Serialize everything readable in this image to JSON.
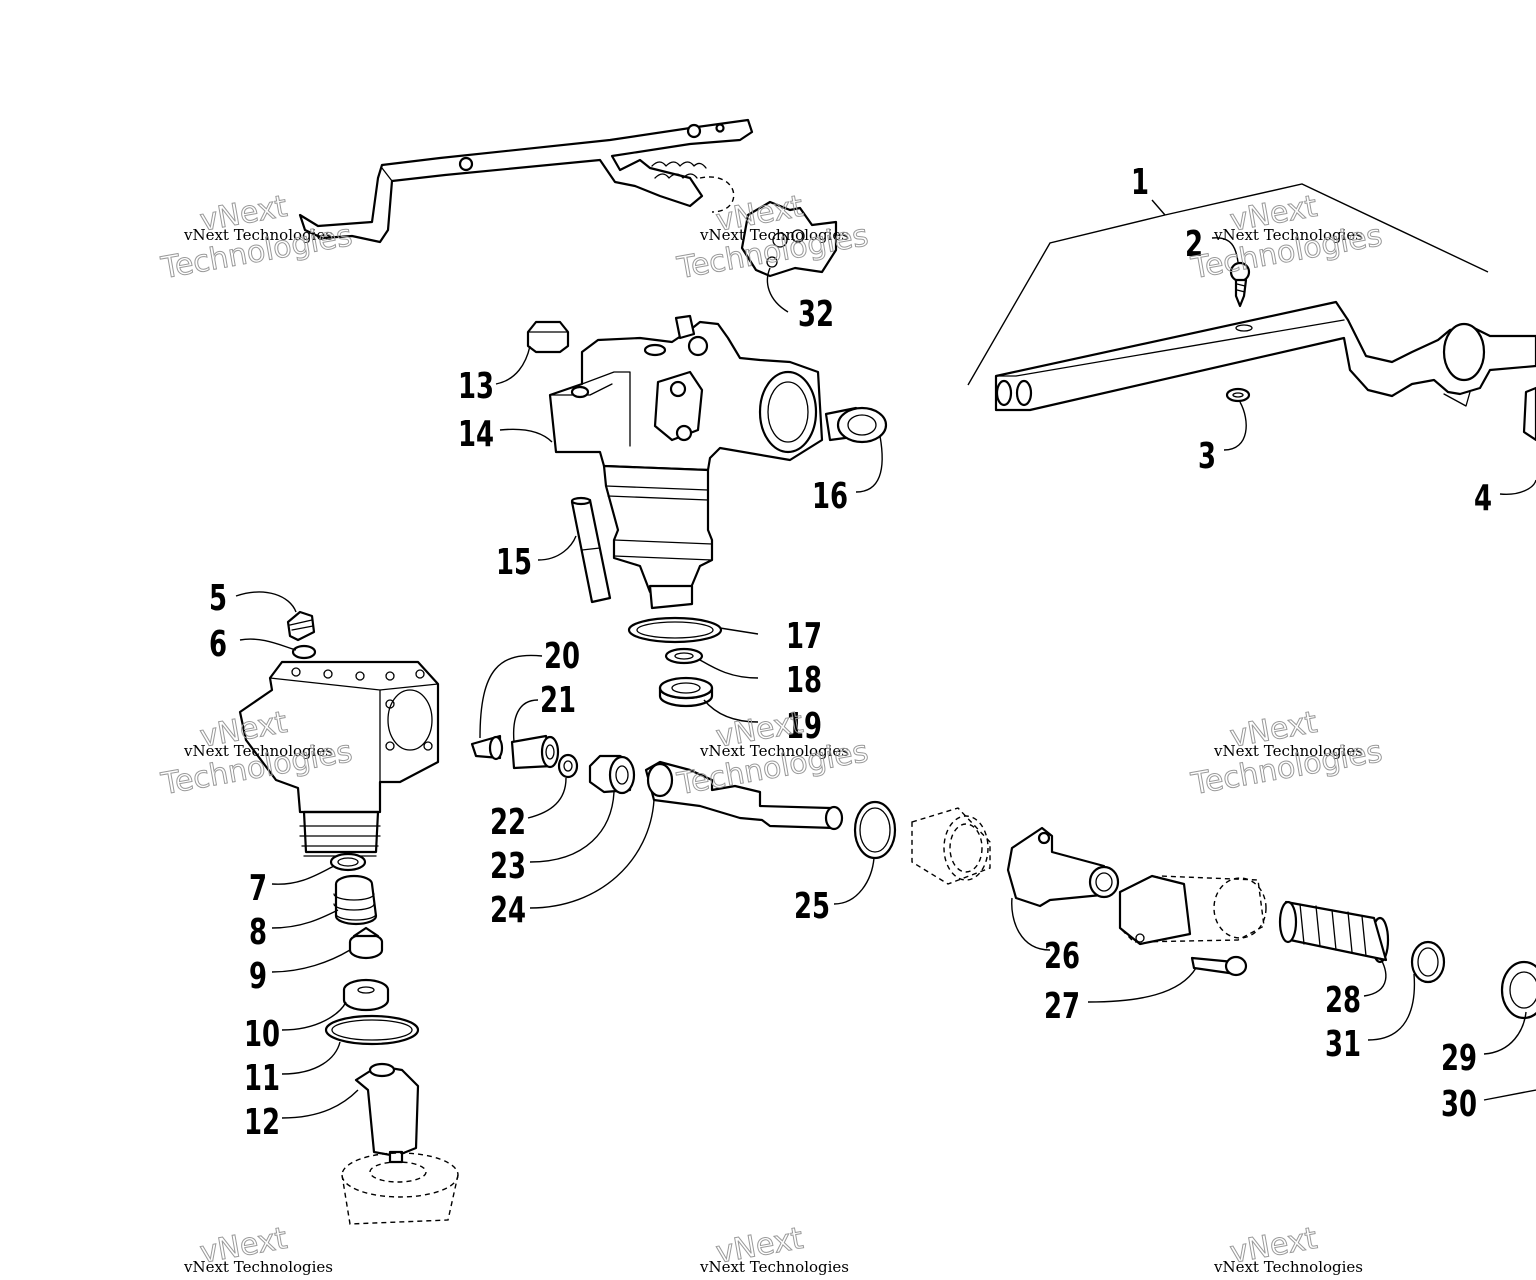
{
  "watermark": {
    "small_text": "vNext Technologies",
    "large_word_1": "vNext",
    "large_word_2": "Technologies"
  },
  "callouts": [
    "1",
    "2",
    "3",
    "4",
    "5",
    "6",
    "7",
    "8",
    "9",
    "10",
    "11",
    "12",
    "13",
    "14",
    "15",
    "16",
    "17",
    "18",
    "19",
    "20",
    "21",
    "22",
    "23",
    "24",
    "25",
    "26",
    "27",
    "28",
    "29",
    "30",
    "31",
    "32"
  ]
}
